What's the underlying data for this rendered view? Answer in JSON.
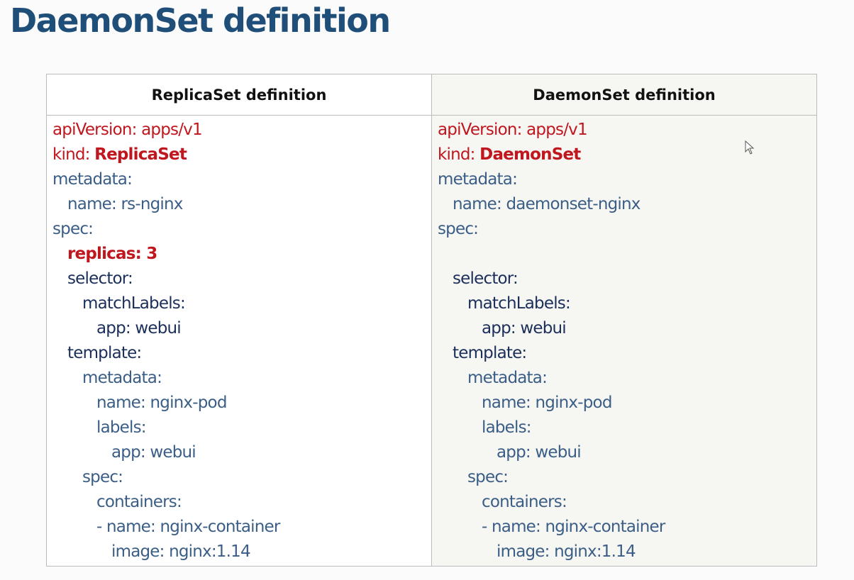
{
  "slide": {
    "title": "DaemonSet definition"
  },
  "table": {
    "left": {
      "header": "ReplicaSet definition",
      "lines": [
        "apiVersion: apps/v1",
        "kind: ",
        "ReplicaSet",
        "metadata:",
        "name: rs-nginx",
        "spec:",
        "replicas: 3",
        "selector:",
        "matchLabels:",
        "app: webui",
        "template:",
        "metadata:",
        "name: nginx-pod",
        "labels:",
        "app: webui",
        "spec:",
        "containers:",
        "- name: nginx-container",
        "image: nginx:1.14"
      ]
    },
    "right": {
      "header": "DaemonSet definition",
      "lines": [
        "apiVersion: apps/v1",
        "kind: ",
        "DaemonSet",
        "metadata:",
        "name: daemonset-nginx",
        "spec:",
        "selector:",
        "matchLabels:",
        "app: webui",
        "template:",
        "metadata:",
        "name: nginx-pod",
        "labels:",
        "app: webui",
        "spec:",
        "containers:",
        "- name: nginx-container",
        "image: nginx:1.14"
      ]
    }
  },
  "colors": {
    "title": "#1f4e79",
    "key_red": "#c0161e",
    "key_blue": "#3b5e86",
    "key_navy": "#1b2f5a"
  },
  "icons": {
    "cursor": "mouse-pointer-icon"
  }
}
